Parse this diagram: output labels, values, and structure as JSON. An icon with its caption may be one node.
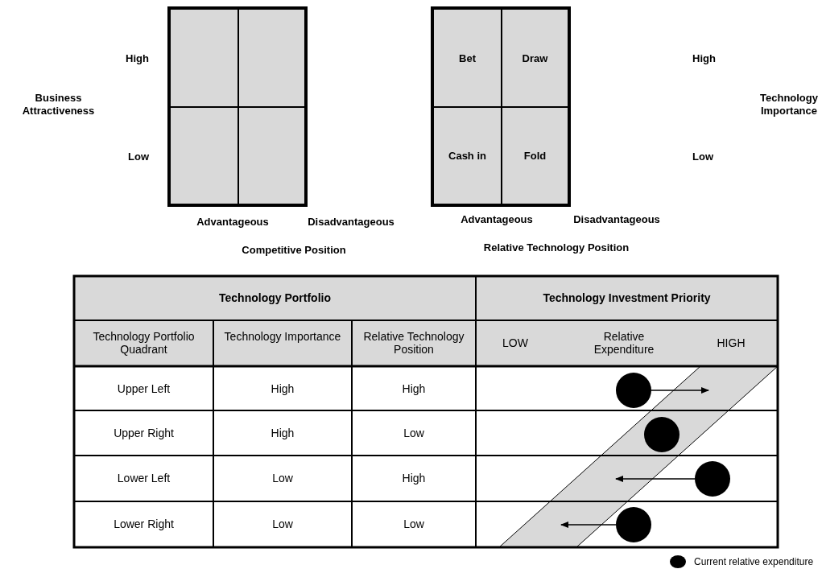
{
  "diagram": {
    "nodes": [
      {
        "text": [],
        "shape": "box"
      },
      {
        "text": [],
        "shape": "box"
      },
      {
        "text": [],
        "shape": "box"
      },
      {
        "text": [],
        "shape": "box"
      },
      {
        "text": [
          "Bet"
        ]
      },
      {
        "text": [
          "Draw"
        ]
      },
      {
        "text": [
          "Cash in"
        ]
      },
      {
        "text": [
          "Fold"
        ]
      },
      {
        "text": [],
        "shape": "circle"
      },
      {
        "text": [],
        "shape": "circle"
      },
      {
        "text": [],
        "shape": "circle"
      },
      {
        "text": [],
        "shape": "circle"
      }
    ],
    "edges": [
      {
        "from": 8,
        "to": null,
        "arrow": "to"
      },
      {
        "from": 10,
        "to": null,
        "arrow": "to"
      },
      {
        "from": 11,
        "to": null,
        "arrow": "to"
      }
    ],
    "labels": [
      "High",
      "High",
      "Business Attractiveness",
      "Technology Importance",
      "Low",
      "Low",
      "Advantageous",
      "Disadvantageous",
      "Advantageous",
      "Disadvantageous",
      "Competitive Position",
      "Relative Technology Position",
      "Technology Portfolio",
      "Technology Investment Priority",
      "Technology Portfolio Quadrant",
      "Technology Importance",
      "Relative Technology Position",
      "LOW",
      "Relative Expenditure",
      "HIGH",
      "Upper Left",
      "High",
      "High",
      "Upper Right",
      "High",
      "Low",
      "Lower Left",
      "Low",
      "High",
      "Lower Right",
      "Low",
      "Low"
    ],
    "legend": [
      {
        "text": "Current relative expenditure"
      }
    ]
  }
}
